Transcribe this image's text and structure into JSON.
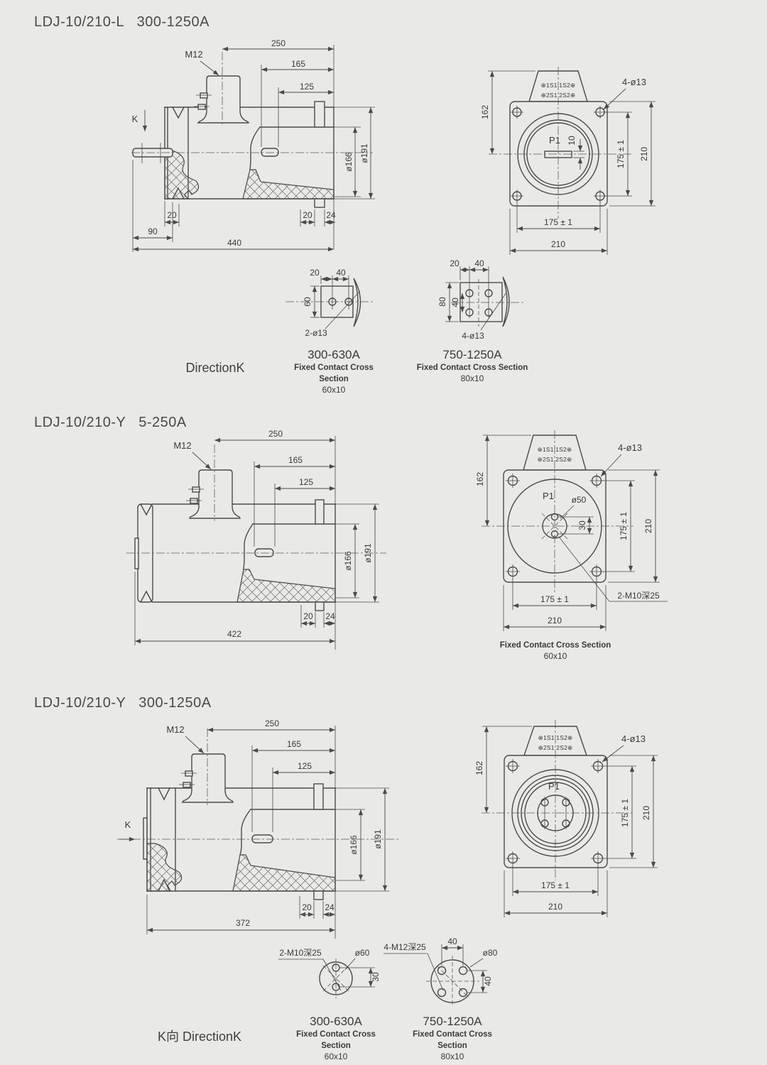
{
  "colors": {
    "background": "#e9e9e7",
    "line": "#4a4a4a",
    "text": "#3a3a3a"
  },
  "sections": [
    {
      "title": "LDJ-10/210-L   300-1250A",
      "side": {
        "m12": "M12",
        "k": "K",
        "d250": "250",
        "d165": "165",
        "d125": "125",
        "d166": "ø166",
        "d191": "ø191",
        "d20l": "20",
        "d90": "90",
        "d440": "440",
        "d20r": "20",
        "d24": "24"
      },
      "front": {
        "row1": "⊕1S1 1S2⊕",
        "row2": "⊕2S1 2S2⊕",
        "holes": "4-ø13",
        "d162": "162",
        "p1": "P1",
        "d10": "10",
        "v175": "175 ± 1",
        "v210": "210",
        "h175": "175 ± 1",
        "h210": "210"
      },
      "direction": "DirectionK",
      "details": [
        {
          "d20": "20",
          "d40": "40",
          "dv": "60",
          "holes": "2-ø13",
          "range": "300-630A",
          "caption": "Fixed Contact Cross Section",
          "size": "60x10"
        },
        {
          "d20": "20",
          "d40": "40",
          "dv": "80",
          "dv2": "40",
          "holes": "4-ø13",
          "range": "750-1250A",
          "caption": "Fixed Contact Cross Section",
          "size": "80x10"
        }
      ]
    },
    {
      "title": "LDJ-10/210-Y   5-250A",
      "side": {
        "m12": "M12",
        "d250": "250",
        "d165": "165",
        "d125": "125",
        "d166": "ø166",
        "d191": "ø191",
        "d20": "20",
        "d24": "24",
        "d422": "422"
      },
      "front": {
        "row1": "⊕1S1 1S2⊕",
        "row2": "⊕2S1 2S2⊕",
        "holes": "4-ø13",
        "d162": "162",
        "p1": "P1",
        "d50": "ø50",
        "d30": "30",
        "m10": "2-M10深25",
        "v175": "175 ± 1",
        "v210": "210",
        "h175": "175 ± 1",
        "h210": "210",
        "caption": "Fixed Contact Cross Section",
        "size": "60x10"
      }
    },
    {
      "title": "LDJ-10/210-Y   300-1250A",
      "side": {
        "m12": "M12",
        "k": "K",
        "d250": "250",
        "d165": "165",
        "d125": "125",
        "d166": "ø166",
        "d191": "ø191",
        "d20": "20",
        "d24": "24",
        "d372": "372"
      },
      "front": {
        "row1": "⊕1S1 1S2⊕",
        "row2": "⊕2S1 2S2⊕",
        "holes": "4-ø13",
        "d162": "162",
        "p1": "P1",
        "v175": "175 ± 1",
        "v210": "210",
        "h175": "175 ± 1",
        "h210": "210"
      },
      "direction": "K向 DirectionK",
      "details": [
        {
          "callout": "2-M10深25",
          "dia": "ø60",
          "d30": "30",
          "range": "300-630A",
          "caption": "Fixed Contact Cross Section",
          "size": "60x10"
        },
        {
          "callout": "4-M12深25",
          "d40t": "40",
          "dia": "ø80",
          "d40r": "40",
          "range": "750-1250A",
          "caption": "Fixed Contact Cross Section",
          "size": "80x10"
        }
      ]
    }
  ]
}
